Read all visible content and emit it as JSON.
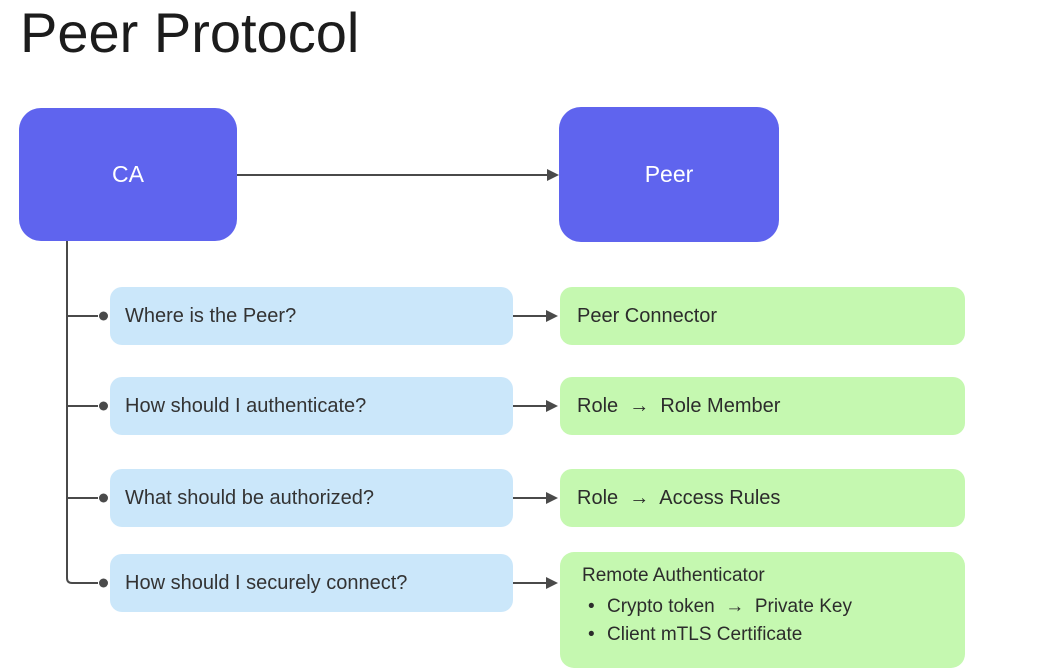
{
  "title": "Peer Protocol",
  "colors": {
    "node_fill": "#5f64ee",
    "question_fill": "#cbe7fa",
    "answer_fill": "#c5f8b0",
    "connector": "#4a4a4a",
    "node_text": "#ffffff",
    "body_text": "#2c2c2c"
  },
  "icons": {
    "bullet": "•"
  },
  "nodes": {
    "ca": "CA",
    "peer": "Peer"
  },
  "rows": [
    {
      "question": "Where is the Peer?",
      "answer": "Peer Connector"
    },
    {
      "question": "How should I authenticate?",
      "answer": "Role  →  Role Member"
    },
    {
      "question": "What should be authorized?",
      "answer": "Role  →  Access Rules"
    },
    {
      "question": "How should I securely connect?",
      "answer_title": "Remote Authenticator",
      "answer_bullets": [
        "Crypto token  →  Private Key",
        "Client mTLS Certificate"
      ]
    }
  ]
}
